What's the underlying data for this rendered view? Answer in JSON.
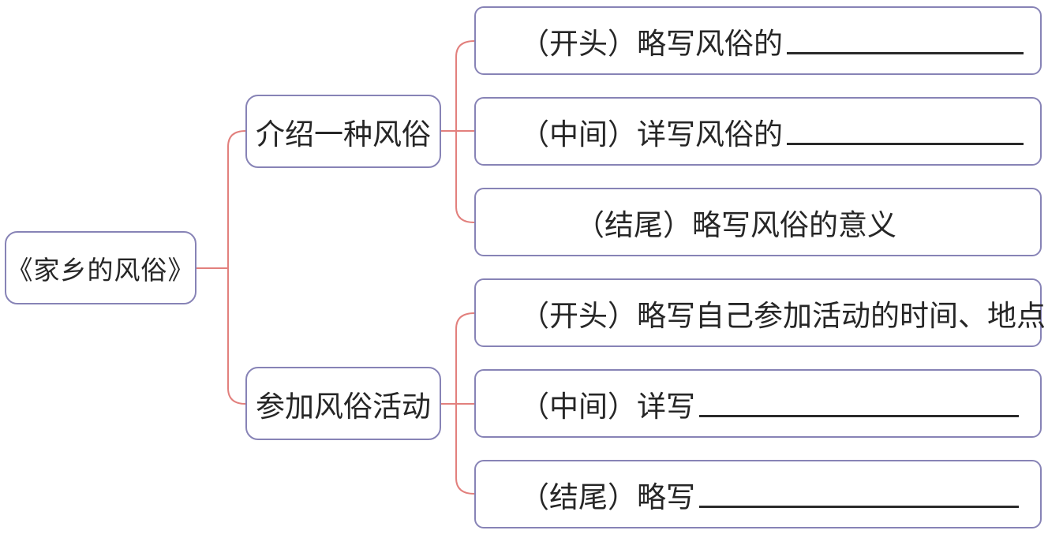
{
  "diagram": {
    "root": {
      "label": "《家乡的风俗》"
    },
    "branches": [
      {
        "label": "介绍一种风俗",
        "children": [
          {
            "text": "（开头）略写风俗的",
            "blank": true
          },
          {
            "text": "（中间）详写风俗的",
            "blank": true
          },
          {
            "text": "（结尾）略写风俗的意义",
            "blank": false
          }
        ]
      },
      {
        "label": "参加风俗活动",
        "children": [
          {
            "text": "（开头）略写自己参加活动的时间、地点",
            "blank": false
          },
          {
            "text": "（中间）详写",
            "blank": true
          },
          {
            "text": "（结尾）略写",
            "blank": true
          }
        ]
      }
    ]
  },
  "colors": {
    "node_border": "#8783b6",
    "connector_line": "#e2807d",
    "text": "#262626",
    "background": "#ffffff"
  }
}
